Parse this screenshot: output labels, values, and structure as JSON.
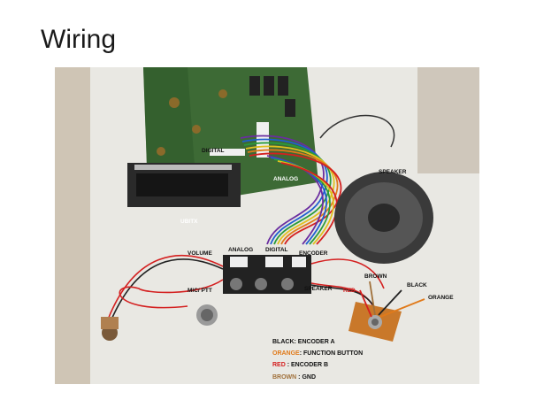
{
  "slide": {
    "title": "Wiring"
  },
  "photo": {
    "labels": {
      "digital_top": "DIGITAL",
      "analog_top": "ANALOG",
      "ubitx": "UBITX",
      "speaker_top": "SPEAKER",
      "volume": "VOLUME",
      "analog_bottom": "ANALOG",
      "digital_bottom": "DIGITAL",
      "encoder": "ENCODER",
      "mic_ptt": "MIC/ PTT",
      "speaker_bottom": "SPEAKER",
      "brown": "BROWN",
      "black": "BLACK",
      "red": "RED",
      "orange": "ORANGE"
    },
    "legend": {
      "black_line": "BLACK: ENCODER A",
      "orange_word": "ORANGE",
      "orange_rest": ": FUNCTION BUTTON",
      "red_word": "RED",
      "red_rest": " : ENCODER B",
      "brown_word": "BROWN",
      "brown_rest": " : GND"
    },
    "colors": {
      "red": "#d42020",
      "orange": "#e07a1a",
      "brown": "#a0703a",
      "board_green": "#3d6a35"
    }
  }
}
